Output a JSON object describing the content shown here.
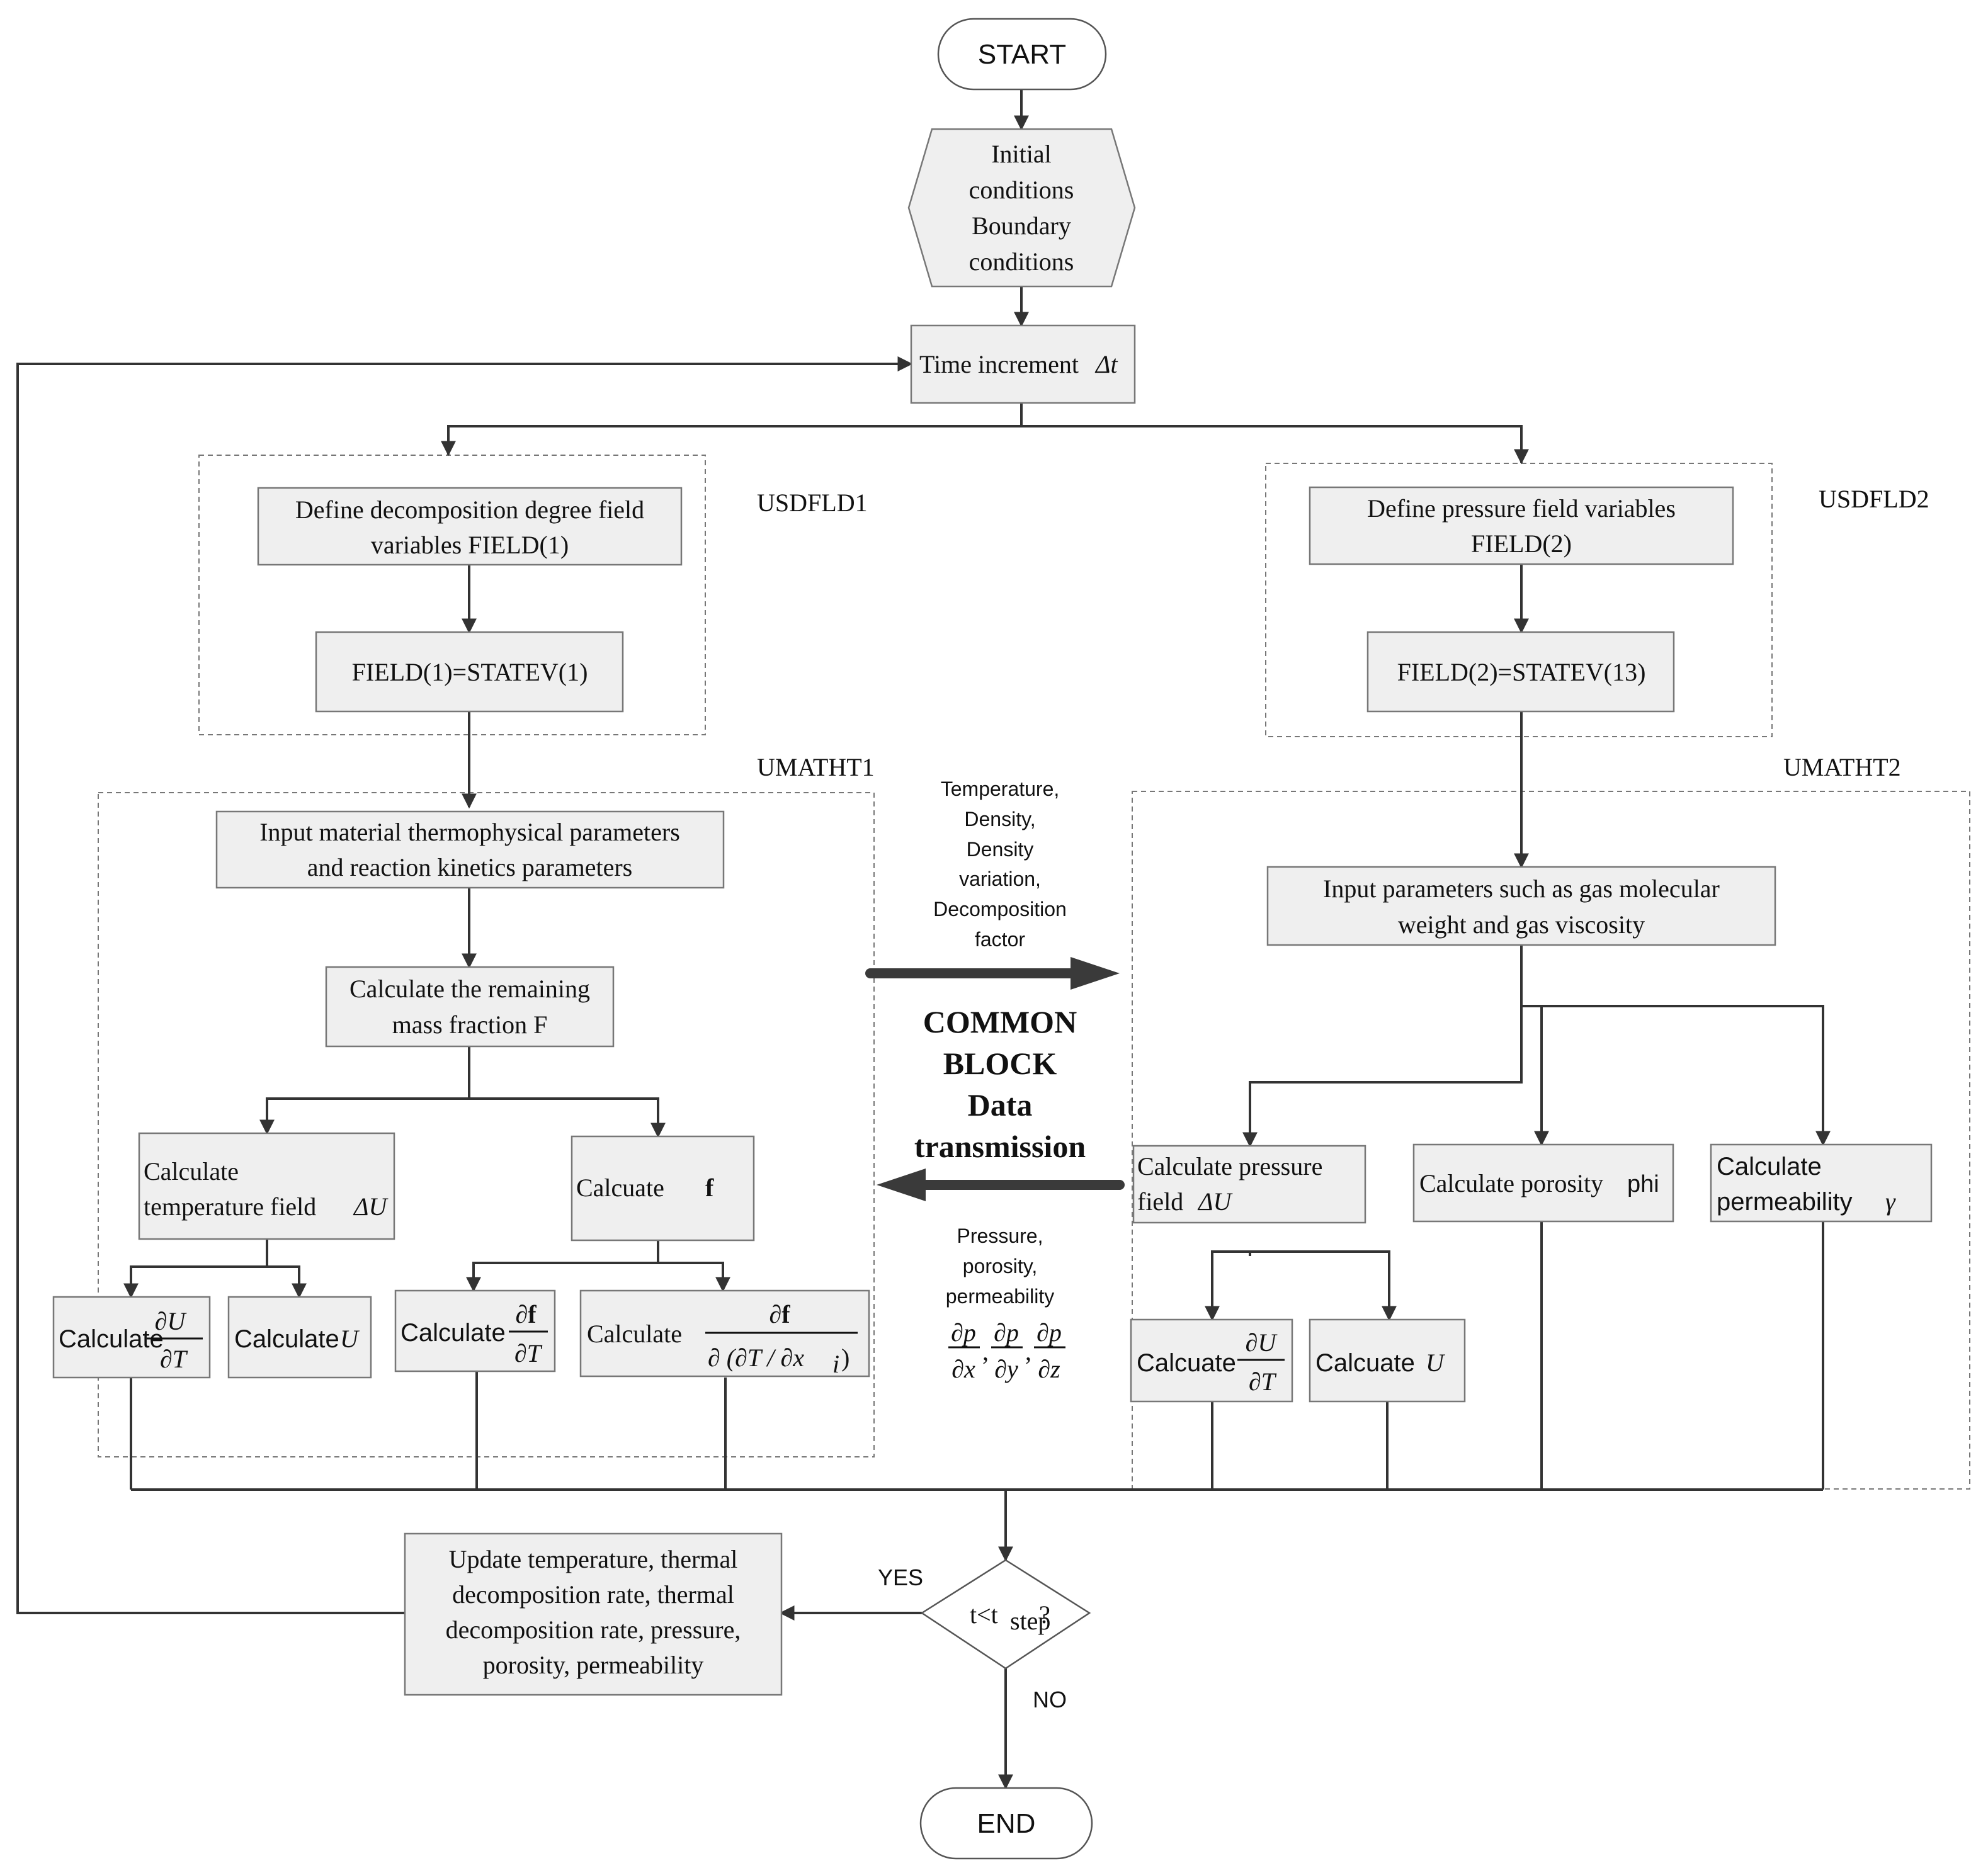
{
  "nodes": {
    "start": "START",
    "initial": [
      "Initial",
      "conditions",
      "Boundary",
      "conditions"
    ],
    "time_increment": "Time increment",
    "time_symbol": "Δt",
    "usdfld1_label": "USDFLD1",
    "usdfld2_label": "USDFLD2",
    "define_decomp": [
      "Define decomposition degree field",
      "variables FIELD(1)"
    ],
    "field1": "FIELD(1)=STATEV(1)",
    "define_pressure": [
      "Define pressure field variables",
      "FIELD(2)"
    ],
    "field2": "FIELD(2)=STATEV(13)",
    "umatht1_label": "UMATHT1",
    "umatht2_label": "UMATHT2",
    "input_material": [
      "Input material thermophysical parameters",
      "and reaction kinetics parameters"
    ],
    "remaining_mass": [
      "Calculate the remaining",
      "mass fraction F"
    ],
    "calc_temp_field": [
      "Calculate",
      "temperature field"
    ],
    "delta_u": "ΔU",
    "calcuate_f": "Calcuate",
    "f_bold": "f",
    "calculate": "Calculate",
    "calcuate": "Calcuate",
    "dU": "∂U",
    "dT": "∂T",
    "U": "U",
    "df": "∂f",
    "df_den": "∂ (∂T / ∂x",
    "df_den_sub": "i",
    "df_den_close": ")",
    "input_gas": [
      "Input parameters such as gas molecular",
      "weight and gas viscosity"
    ],
    "calc_pressure": [
      "Calculate pressure",
      "field"
    ],
    "calc_porosity": "Calculate porosity",
    "phi": "phi",
    "calc_perm": [
      "Calculate",
      "permeability"
    ],
    "gamma": "γ",
    "update": [
      "Update temperature, thermal",
      "decomposition rate, thermal",
      "decomposition rate, pressure,",
      "porosity, permeability"
    ],
    "decision_t": "t<t",
    "decision_sub": "step",
    "decision_q": "?",
    "yes": "YES",
    "no": "NO",
    "end": "END"
  },
  "transfer": {
    "to_right": [
      "Temperature,",
      "Density,",
      "Density",
      "variation,",
      "Decomposition",
      "factor"
    ],
    "common": [
      "COMMON",
      "BLOCK",
      "Data",
      "transmission"
    ],
    "to_left": [
      "Pressure,",
      "porosity,",
      "permeability"
    ],
    "partials": {
      "dp": "∂p",
      "dx": "∂x",
      "dy": "∂y",
      "dz": "∂z",
      "sep": ","
    }
  }
}
